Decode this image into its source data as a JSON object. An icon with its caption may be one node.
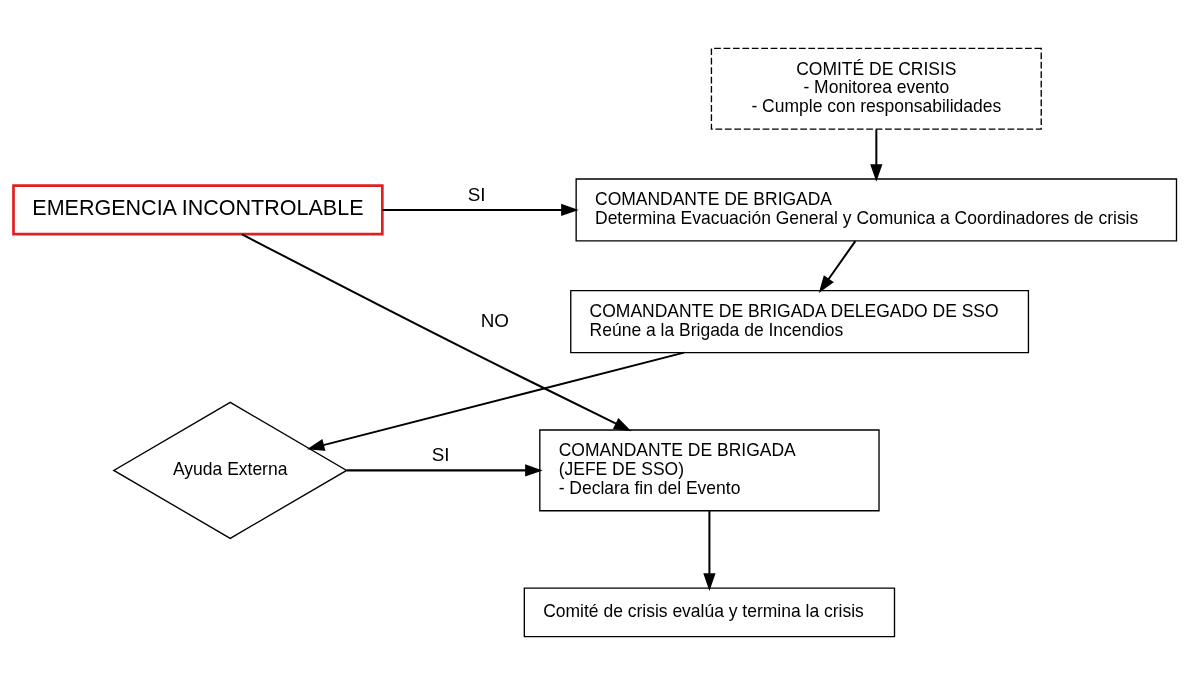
{
  "diagram": {
    "nodes": [
      {
        "text": [
          "COMITÉ DE CRISIS",
          "- Monitorea evento",
          "- Cumple con responsabilidades"
        ]
      },
      {
        "text": [
          "EMERGENCIA INCONTROLABLE"
        ]
      },
      {
        "text": [
          "COMANDANTE DE BRIGADA",
          "Determina Evacuación General y Comunica a Coordinadores de crisis"
        ]
      },
      {
        "text": [
          "COMANDANTE DE BRIGADA DELEGADO DE SSO",
          "Reúne a la Brigada de Incendios"
        ]
      },
      {
        "text": [
          "Ayuda Externa"
        ]
      },
      {
        "text": [
          "COMANDANTE DE BRIGADA",
          "(JEFE DE SSO)",
          "- Declara fin del Evento"
        ]
      },
      {
        "text": [
          "Comité de crisis evalúa y termina la crisis"
        ]
      }
    ],
    "edges": [
      {
        "from": 0,
        "to": 2,
        "arrow": "to"
      },
      {
        "from": 1,
        "to": 2,
        "arrow": "to",
        "label": "SI"
      },
      {
        "from": 2,
        "to": 3,
        "arrow": "to"
      },
      {
        "from": 3,
        "to": 4,
        "arrow": "to"
      },
      {
        "from": 4,
        "to": 5,
        "arrow": "to",
        "label": "SI"
      },
      {
        "from": 1,
        "to": 5,
        "arrow": "to",
        "label": "NO"
      },
      {
        "from": 5,
        "to": 6,
        "arrow": "to"
      }
    ]
  }
}
